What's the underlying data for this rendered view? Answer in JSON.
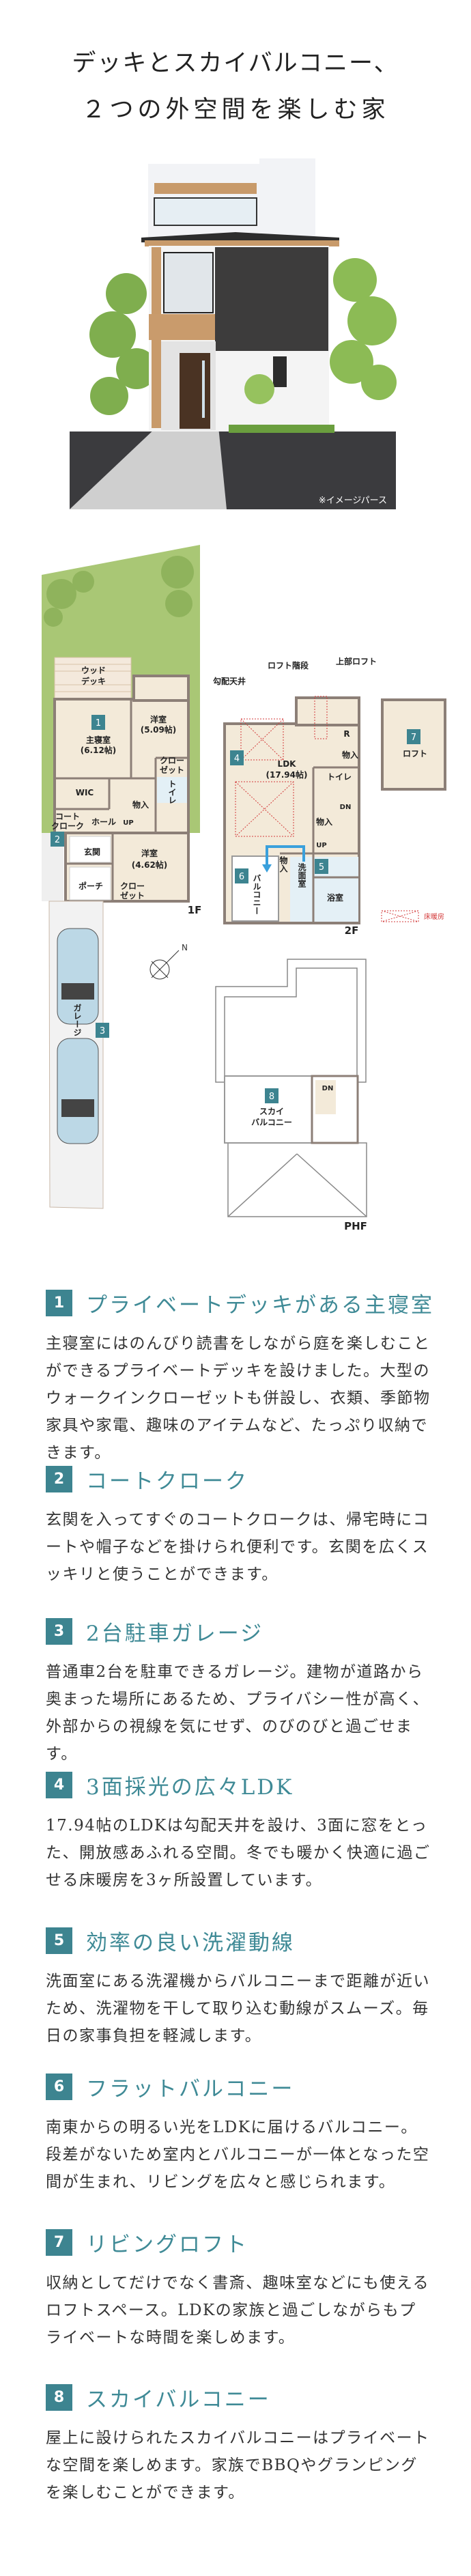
{
  "title": {
    "line1": "デッキとスカイバルコニー、",
    "line2": "２つの外空間を楽しむ家"
  },
  "house_image": {
    "caption": "※イメージパース"
  },
  "floorplan": {
    "f1": {
      "label": "1F",
      "rooms": {
        "wood_deck_1": "ウッド",
        "wood_deck_2": "デッキ",
        "master_1": "主寝室",
        "master_2": "(6.12帖)",
        "western_a_1": "洋室",
        "western_a_2": "(5.09帖)",
        "closet_a_1": "クロー",
        "closet_a_2": "ゼット",
        "toilet": "トイレ",
        "wic": "WIC",
        "storage": "物入",
        "coat_1": "コート",
        "coat_2": "クローク",
        "hall": "ホール",
        "up": "UP",
        "entrance": "玄関",
        "western_b_1": "洋室",
        "western_b_2": "(4.62帖)",
        "porch": "ポーチ",
        "closet_b_1": "クロー",
        "closet_b_2": "ゼット",
        "garage": "ガレージ"
      }
    },
    "f2": {
      "label": "2F",
      "rooms": {
        "sloped_ceiling": "勾配天井",
        "loft_stairs": "ロフト階段",
        "upper_loft": "上部ロフト",
        "r": "R",
        "storage_a": "物入",
        "ldk_1": "LDK",
        "ldk_2": "(17.94帖)",
        "toilet": "トイレ",
        "dn": "DN",
        "storage_b": "物入",
        "up": "UP",
        "storage_c": "物入",
        "washroom": "洗面室",
        "balcony": "バルコニー",
        "bath": "浴室"
      }
    },
    "loft": {
      "label": "ロフト"
    },
    "phf": {
      "label": "PHF",
      "sky_1": "スカイ",
      "sky_2": "バルコニー",
      "dn": "DN"
    },
    "legend": {
      "floor_heating": "床暖房"
    },
    "compass": "N",
    "badges": [
      "1",
      "2",
      "3",
      "4",
      "5",
      "6",
      "7",
      "8"
    ],
    "colors": {
      "accent": "#3d8490",
      "heading": "#3f8a96",
      "heating": "#d33a3a",
      "flow": "#3aa0dc"
    }
  },
  "sections": [
    {
      "num": "1",
      "title": "プライベートデッキがある主寝室",
      "body": "主寝室にはのんびり読書をしながら庭を楽しむことができるプライベートデッキを設けました。大型のウォークインクローゼットも併設し、衣類、季節物家具や家電、趣味のアイテムなど、たっぷり収納できます。"
    },
    {
      "num": "2",
      "title": "コートクローク",
      "body": "玄関を入ってすぐのコートクロークは、帰宅時にコートや帽子などを掛けられ便利です。玄関を広くスッキリと使うことができます。"
    },
    {
      "num": "3",
      "title": "2台駐車ガレージ",
      "body": "普通車2台を駐車できるガレージ。建物が道路から奥まった場所にあるため、プライバシー性が高く、外部からの視線を気にせず、のびのびと過ごせます。"
    },
    {
      "num": "4",
      "title": "3面採光の広々LDK",
      "body": "17.94帖のLDKは勾配天井を設け、3面に窓をとった、開放感あふれる空間。冬でも暖かく快適に過ごせる床暖房を3ヶ所設置しています。"
    },
    {
      "num": "5",
      "title": "効率の良い洗濯動線",
      "body": "洗面室にある洗濯機からバルコニーまで距離が近いため、洗濯物を干して取り込む動線がスムーズ。毎日の家事負担を軽減します。"
    },
    {
      "num": "6",
      "title": "フラットバルコニー",
      "body": "南東からの明るい光をLDKに届けるバルコニー。段差がないため室内とバルコニーが一体となった空間が生まれ、リビングを広々と感じられます。"
    },
    {
      "num": "7",
      "title": "リビングロフト",
      "body": "収納としてだけでなく書斎、趣味室などにも使えるロフトスペース。LDKの家族と過ごしながらもプライベートな時間を楽しめます。"
    },
    {
      "num": "8",
      "title": "スカイバルコニー",
      "body": "屋上に設けられたスカイバルコニーはプライベートな空間を楽しめます。家族でBBQやグランピングを楽しむことができます。"
    }
  ]
}
